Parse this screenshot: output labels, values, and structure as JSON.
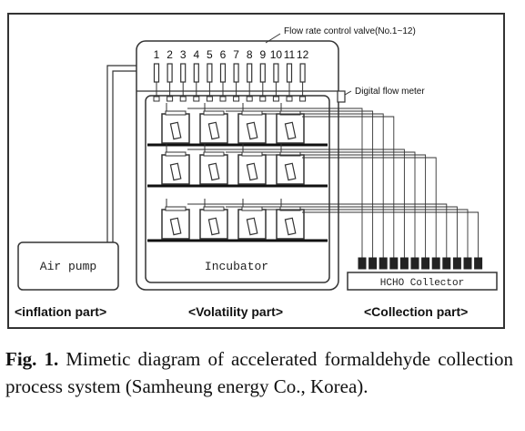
{
  "diagram": {
    "valve_label": "Flow rate control valve(No.1~12)",
    "valve_numbers": [
      "1",
      "2",
      "3",
      "4",
      "5",
      "6",
      "7",
      "8",
      "9",
      "10",
      "11",
      "12"
    ],
    "meter_label": "Digital flow meter",
    "pump_label": "Air pump",
    "incubator_label": "Incubator",
    "collector_label": "HCHO Collector",
    "section_inflation": "<inflation part>",
    "section_volatility": "<Volatility part>",
    "section_collection": "<Collection part>"
  },
  "caption": {
    "prefix": "Fig. 1.",
    "text": " Mimetic diagram of accelerated formaldehyde collection process system (Samheung energy Co., Korea)."
  }
}
